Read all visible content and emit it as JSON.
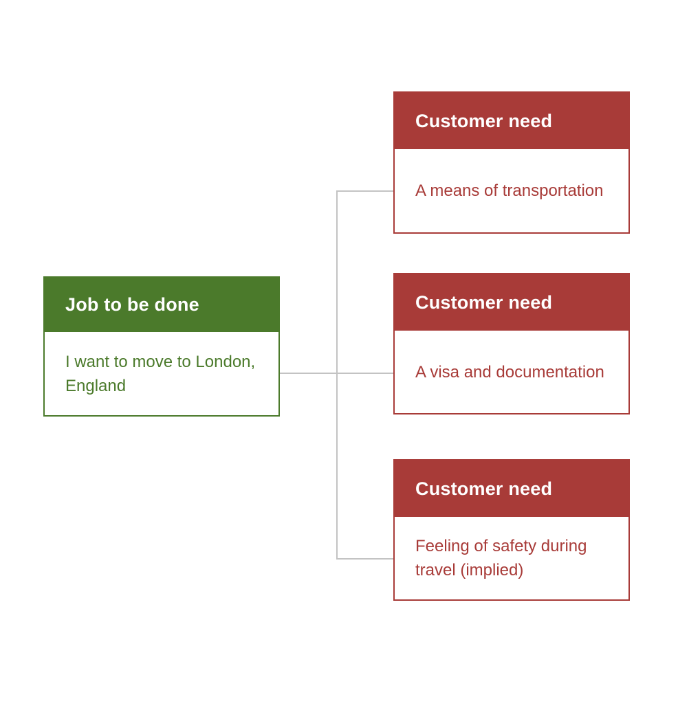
{
  "colors": {
    "job_accent": "#4b7a2b",
    "need_accent": "#a83b38",
    "connector": "#c3c3c3",
    "header_text": "#ffffff",
    "background": "#ffffff"
  },
  "job_box": {
    "header": "Job to be done",
    "body": "I want to move to London, England"
  },
  "need_boxes": [
    {
      "header": "Customer need",
      "body": "A means of transportation"
    },
    {
      "header": "Customer need",
      "body": "A visa and documentation"
    },
    {
      "header": "Customer need",
      "body": "Feeling of safety during travel (implied)"
    }
  ]
}
